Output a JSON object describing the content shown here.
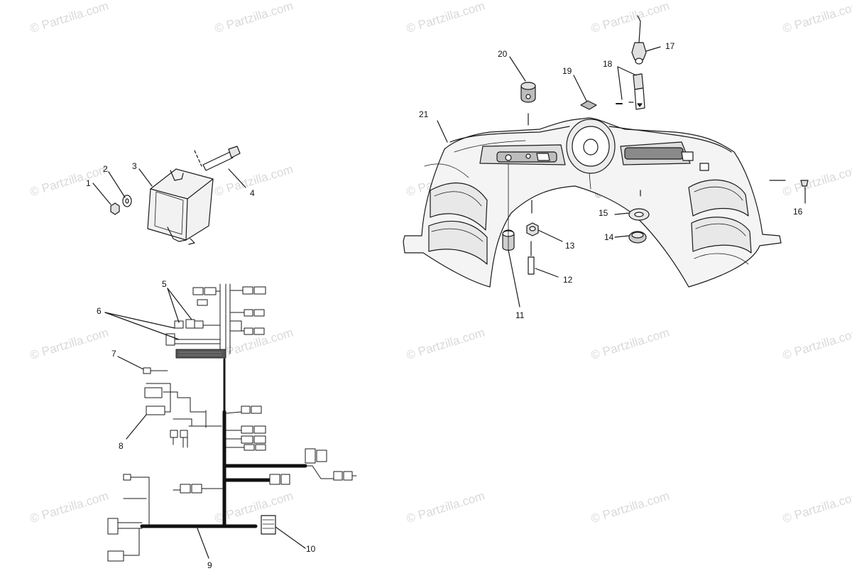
{
  "watermark": {
    "text": "© Partzilla.com"
  },
  "callouts": {
    "c1": "1",
    "c2": "2",
    "c3": "3",
    "c4": "4",
    "c5": "5",
    "c6": "6",
    "c7": "7",
    "c8": "8",
    "c9": "9",
    "c10": "10",
    "c11": "11",
    "c12": "12",
    "c13": "13",
    "c14": "14",
    "c15": "15",
    "c16": "16",
    "c17": "17",
    "c18": "18",
    "c19": "19",
    "c20": "20",
    "c21": "21"
  },
  "colors": {
    "line": "#1a1a1a",
    "harness": "#111111",
    "watermark": "#d9d9d9"
  }
}
